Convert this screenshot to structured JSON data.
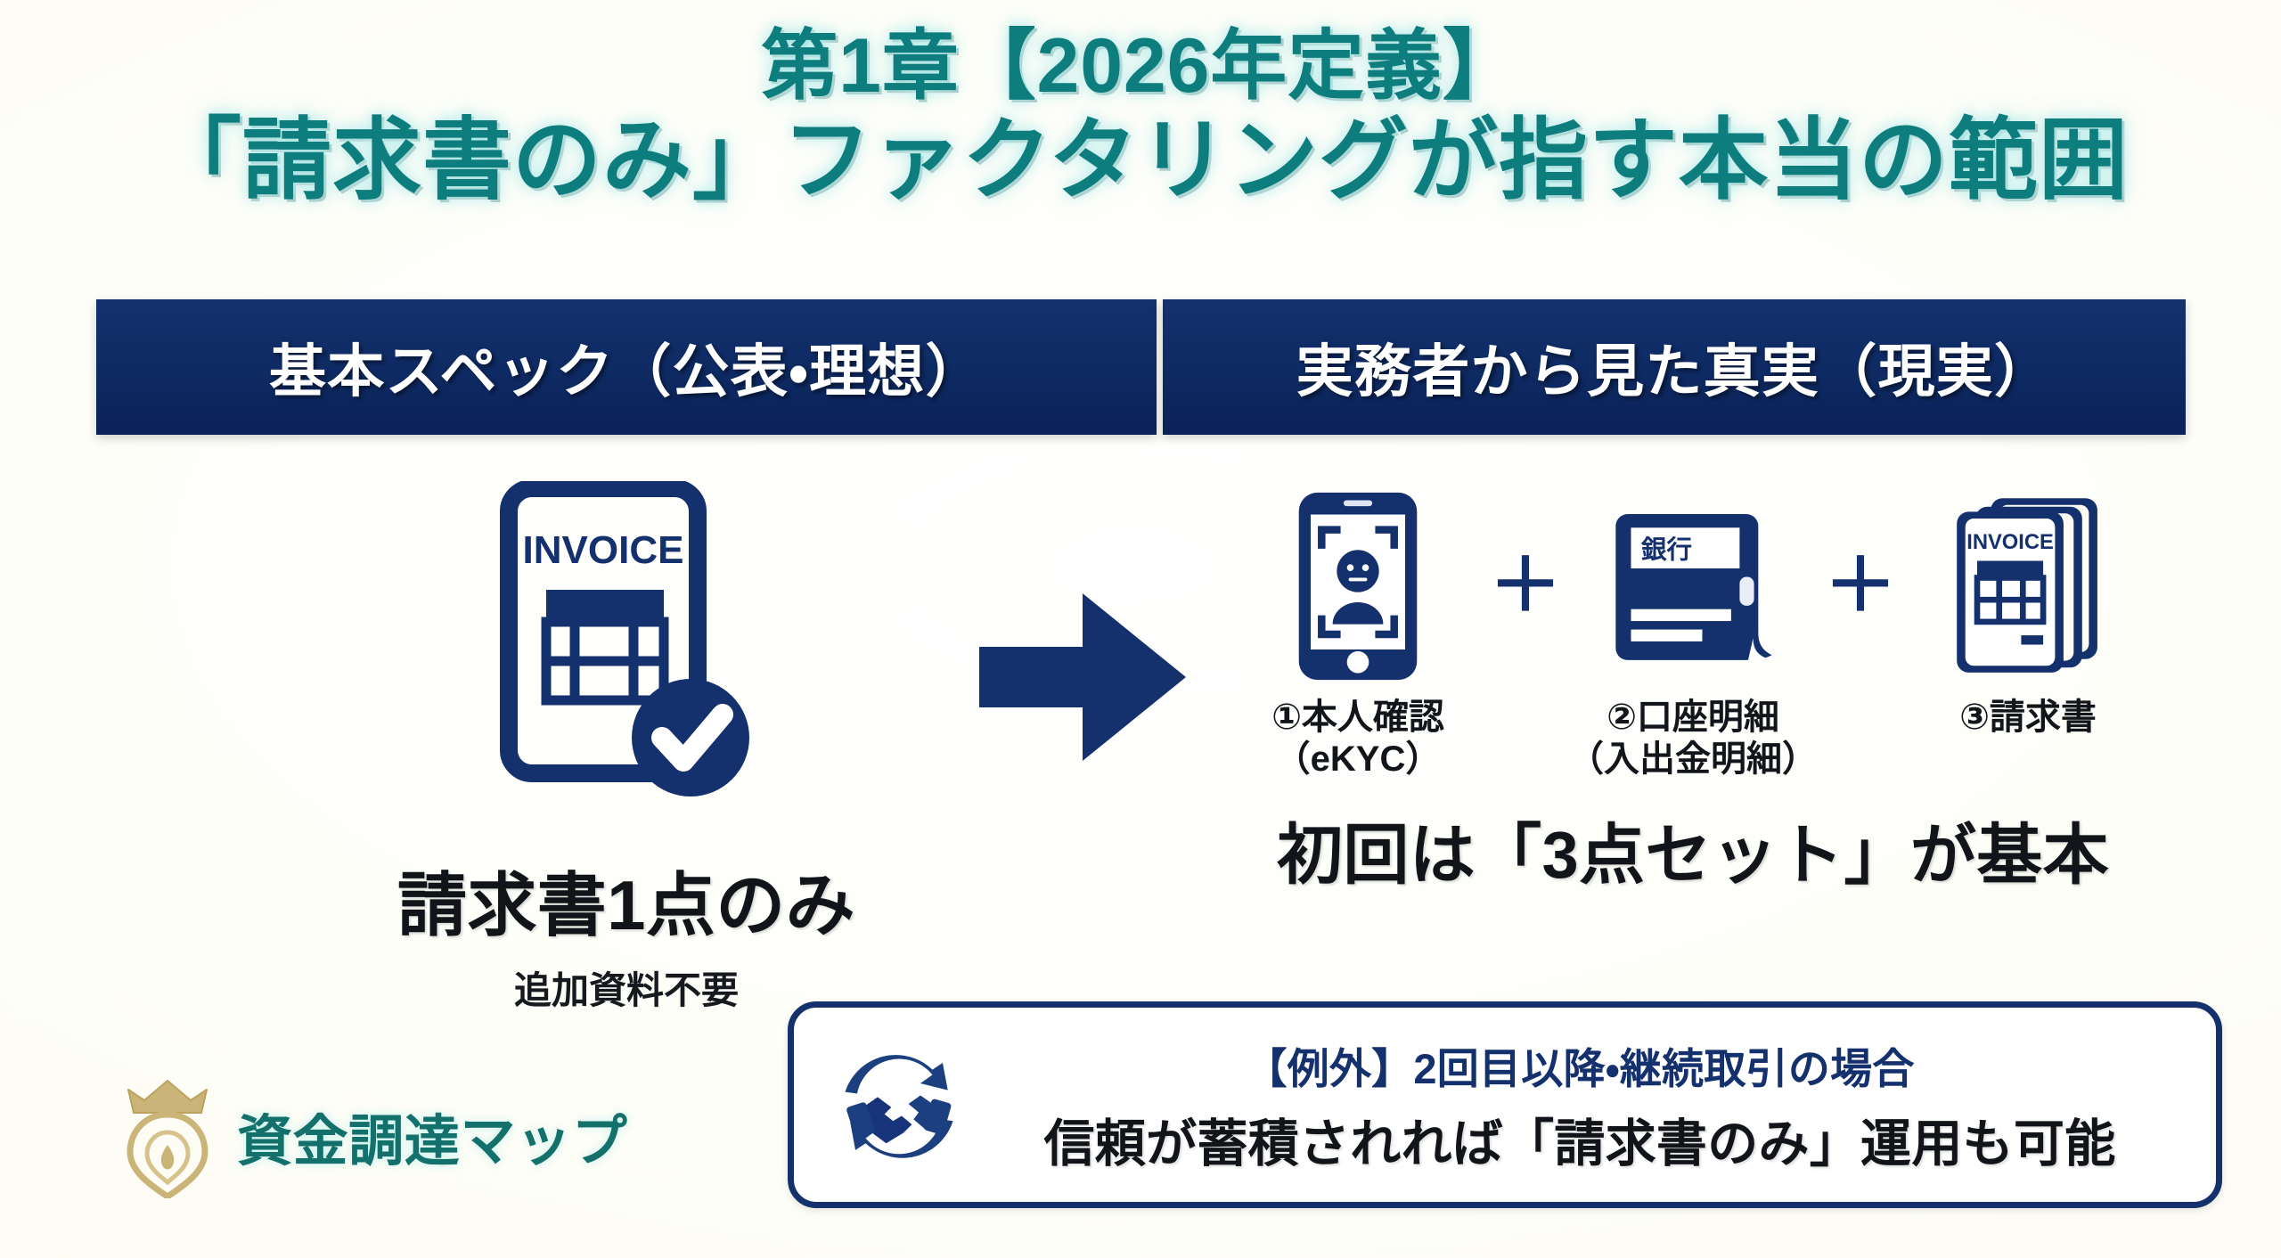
{
  "page": {
    "background_color": "#fdfdf6",
    "accent_teal": "#0e7d7d",
    "accent_navy": "#14316e",
    "ink": "#111418"
  },
  "title": {
    "line1": "第1章【2026年定義】",
    "line2": "「請求書のみ」ファクタリングが指す本当の範囲"
  },
  "columns": {
    "left": {
      "bar_label": "基本スペック（公表・理想）",
      "icon_name": "invoice-document-check-icon",
      "icon_caption": "INVOICE",
      "headline": "請求書1点のみ",
      "subtext": "追加資料不要"
    },
    "right": {
      "bar_label": "実務者から見た真実（現実）",
      "headline": "初回は「3点セット」が基本",
      "plus_symbol": "＋",
      "items": [
        {
          "icon_name": "smartphone-face-scan-icon",
          "label_line1": "①本人確認",
          "label_line2": "（eKYC）",
          "badge_text": ""
        },
        {
          "icon_name": "bank-passbook-icon",
          "label_line1": "②口座明細",
          "label_line2": "（入出金明細）",
          "badge_text": "銀行"
        },
        {
          "icon_name": "invoice-stack-icon",
          "label_line1": "③請求書",
          "label_line2": "",
          "badge_text": "INVOICE"
        }
      ]
    }
  },
  "arrow": {
    "icon_name": "right-arrow-icon",
    "direction": "right",
    "color": "#14316e"
  },
  "exception": {
    "icon_name": "handshake-cycle-icon",
    "line1": "【例外】2回目以降・継続取引の場合",
    "line2": "信頼が蓄積されれば「請求書のみ」運用も可能"
  },
  "logo": {
    "icon_name": "crown-map-pin-icon",
    "text": "資金調達マップ",
    "crown_color": "#c9b273",
    "text_color": "#14706b"
  }
}
